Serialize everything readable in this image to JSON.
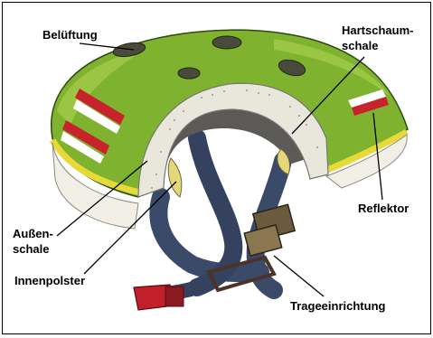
{
  "labels": {
    "beluftung": "Belüftung",
    "hartschaum_line1": "Hartschaum-",
    "hartschaum_line2": "schale",
    "reflektor": "Reflektor",
    "aussen_line1": "Außen-",
    "aussen_line2": "schale",
    "innenpolster": "Innenpolster",
    "trageeinrichtung": "Trageeinrichtung"
  },
  "colors": {
    "shell_green": "#7fb22e",
    "shell_stripe": "#e8d93a",
    "foam": "#e9e6dc",
    "strap": "#3c4a6a",
    "reflector_red": "#c8222c",
    "buckle_red": "#c0202a",
    "buckle_brown": "#6b5a3e"
  }
}
